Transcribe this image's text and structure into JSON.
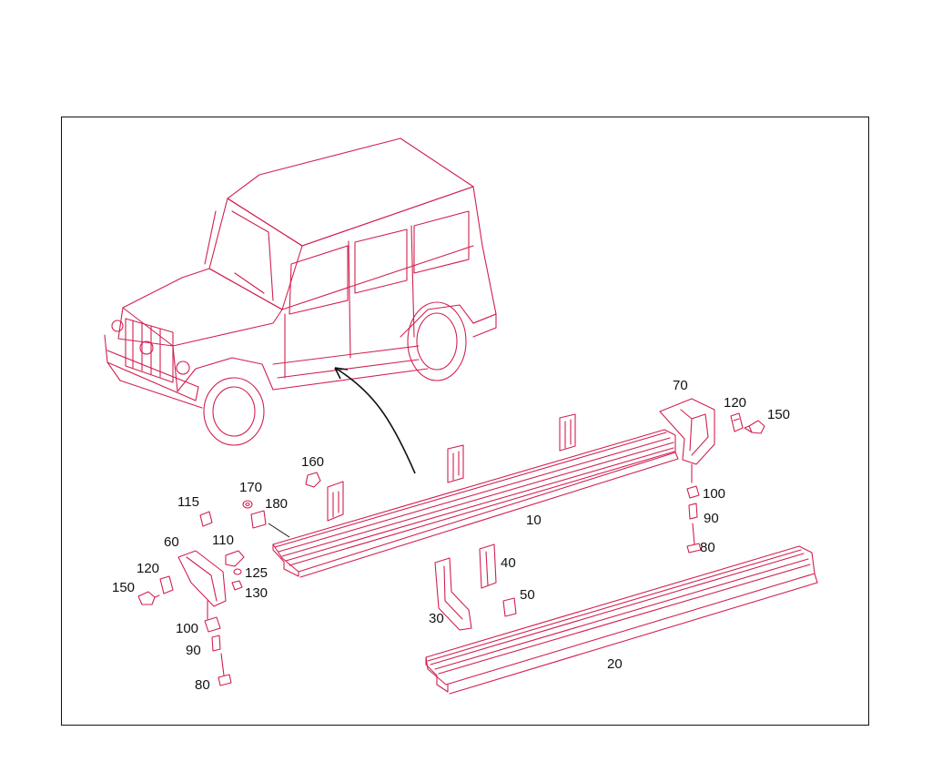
{
  "colors": {
    "line": "#d1204f",
    "ink": "#111111",
    "background": "#ffffff"
  },
  "callouts": [
    "10",
    "20",
    "30",
    "40",
    "50",
    "60",
    "70",
    "80",
    "80",
    "90",
    "90",
    "100",
    "100",
    "110",
    "115",
    "120",
    "120",
    "125",
    "130",
    "150",
    "150",
    "160",
    "170",
    "180"
  ]
}
